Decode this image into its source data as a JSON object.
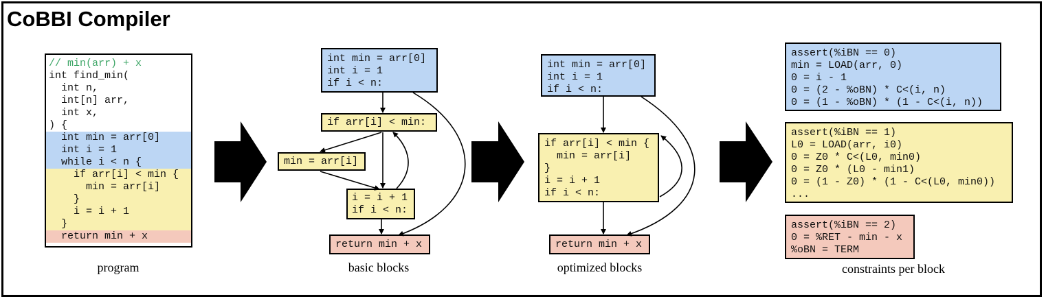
{
  "title": "CoBBI Compiler",
  "program": {
    "caption": "program",
    "lines": [
      {
        "text": "// min(arr) + x",
        "style": "comment"
      },
      {
        "text": "int find_min(",
        "style": "plain"
      },
      {
        "text": "  int n,",
        "style": "plain"
      },
      {
        "text": "  int[n] arr,",
        "style": "plain"
      },
      {
        "text": "  int x,",
        "style": "plain"
      },
      {
        "text": ") {",
        "style": "plain"
      },
      {
        "text": "  int min = arr[0]",
        "style": "blue"
      },
      {
        "text": "  int i = 1",
        "style": "blue"
      },
      {
        "text": "  while i < n {",
        "style": "blue"
      },
      {
        "text": "    if arr[i] < min {",
        "style": "yellow"
      },
      {
        "text": "      min = arr[i]",
        "style": "yellow"
      },
      {
        "text": "    }",
        "style": "yellow"
      },
      {
        "text": "    i = i + 1",
        "style": "yellow"
      },
      {
        "text": "  }",
        "style": "yellow"
      },
      {
        "text": "  return min + x",
        "style": "red"
      }
    ]
  },
  "basic_blocks": {
    "caption": "basic blocks",
    "init": [
      "int min = arr[0]",
      "int i = 1",
      "if i < n:"
    ],
    "cond": [
      "if arr[i] < min:"
    ],
    "assign": [
      "min = arr[i]"
    ],
    "incr": [
      "i = i + 1",
      "if i < n:"
    ],
    "ret": [
      "return min + x"
    ]
  },
  "optimized_blocks": {
    "caption": "optimized blocks",
    "init": [
      "int min = arr[0]",
      "int i = 1",
      "if i < n:"
    ],
    "loop": [
      "if arr[i] < min {",
      "  min = arr[i]",
      "}",
      "i = i + 1",
      "if i < n:"
    ],
    "ret": [
      "return min + x"
    ]
  },
  "constraints": {
    "caption": "constraints per block",
    "block0": [
      "assert(%iBN == 0)",
      "min = LOAD(arr, 0)",
      "0 = i - 1",
      "0 = (2 - %oBN) * C<(i, n)",
      "0 = (1 - %oBN) * (1 - C<(i, n))"
    ],
    "block1": [
      "assert(%iBN == 1)",
      "L0 = LOAD(arr, i0)",
      "0 = Z0 * C<(L0, min0)",
      "0 = Z0 * (L0 - min1)",
      "0 = (1 - Z0) * (1 - C<(L0, min0))",
      "..."
    ],
    "block2": [
      "assert(%iBN == 2)",
      "0 = %RET - min - x",
      "%oBN = TERM"
    ]
  },
  "colors": {
    "blue": "#bcd6f4",
    "yellow": "#f9f0b0",
    "red": "#f4c9bc",
    "comment": "#3ea667"
  }
}
